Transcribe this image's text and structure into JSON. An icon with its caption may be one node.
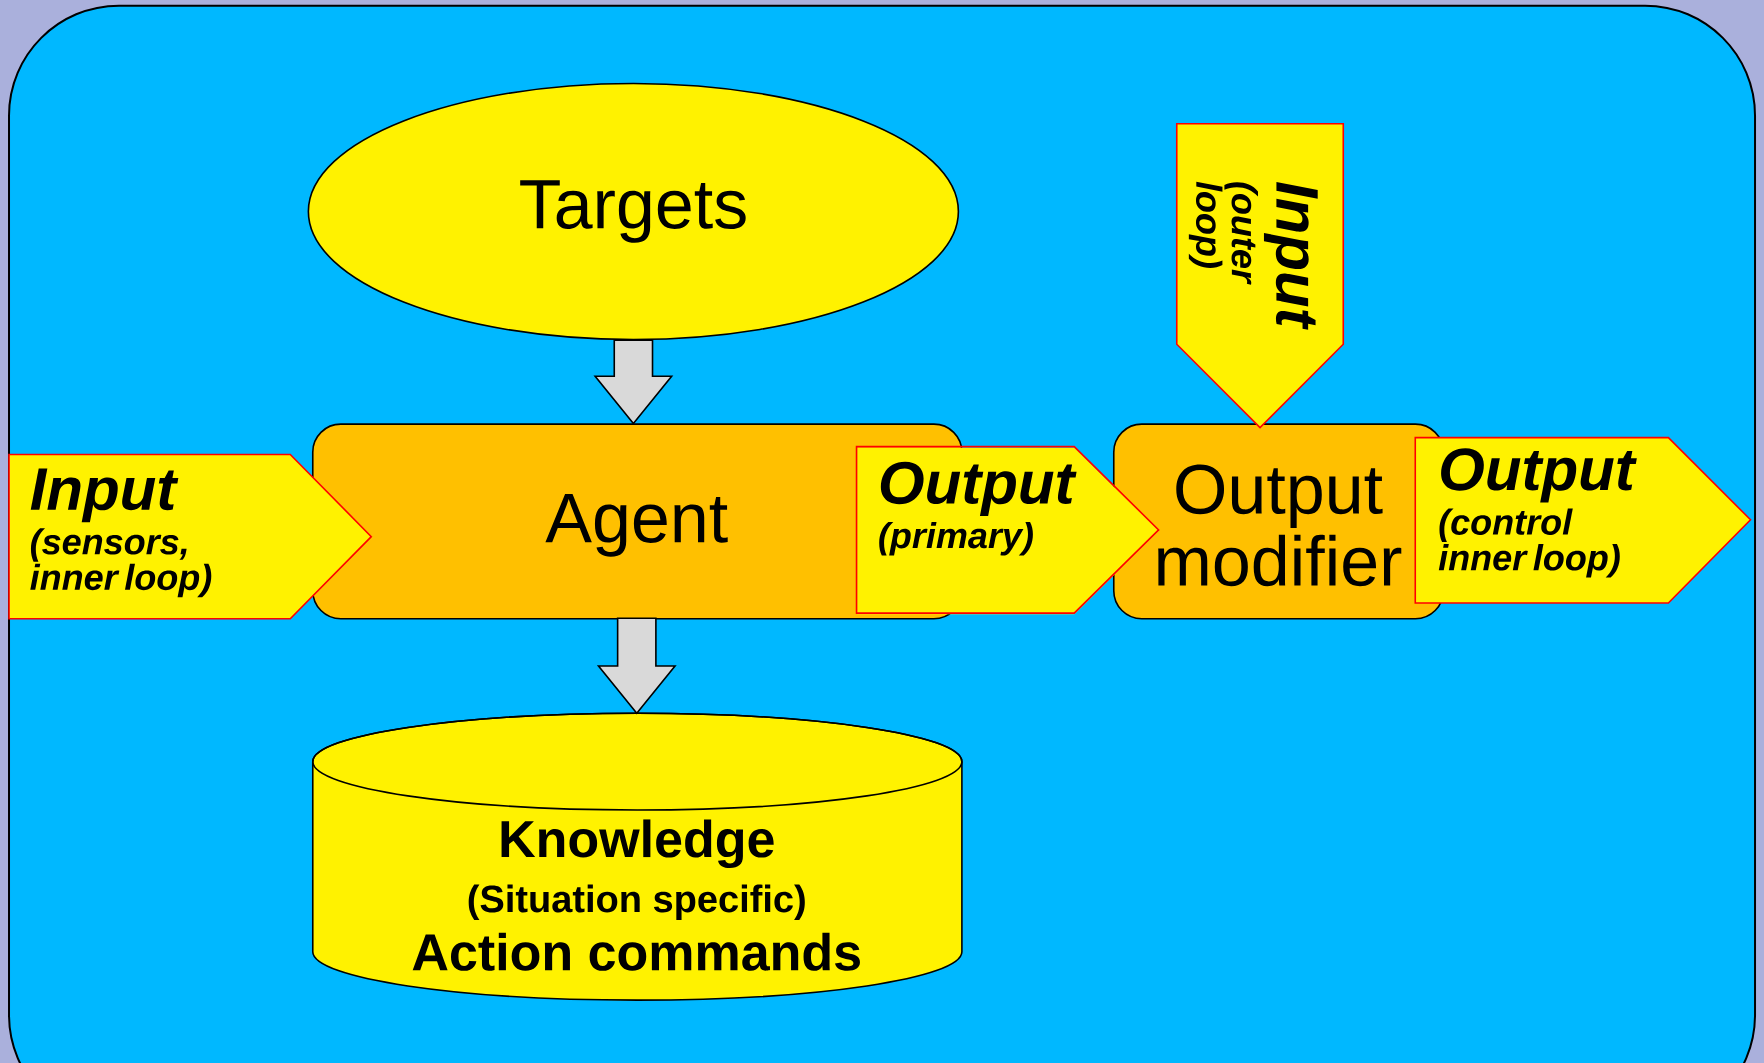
{
  "diagram": {
    "nodes": [
      {
        "text": [
          "Targets"
        ]
      },
      {
        "text": [
          "Agent"
        ]
      },
      {
        "text": [
          "Output modifier"
        ]
      },
      {
        "text": [
          "Knowledge",
          "(Situation specific)",
          "Action commands"
        ]
      },
      {
        "text": [
          "Input",
          "(sensors, inner loop)"
        ]
      },
      {
        "text": [
          "Output",
          "(primary)"
        ]
      },
      {
        "text": [
          "Input",
          "(outer loop)"
        ]
      },
      {
        "text": [
          "Output",
          "(control inner loop)"
        ]
      }
    ],
    "edges": [
      {
        "from": 0,
        "to": 1,
        "arrow": "to"
      },
      {
        "from": 1,
        "to": 3,
        "arrow": "to"
      },
      {
        "from": 1,
        "to": 2,
        "arrow": "to",
        "color": "#ff0000"
      }
    ]
  }
}
